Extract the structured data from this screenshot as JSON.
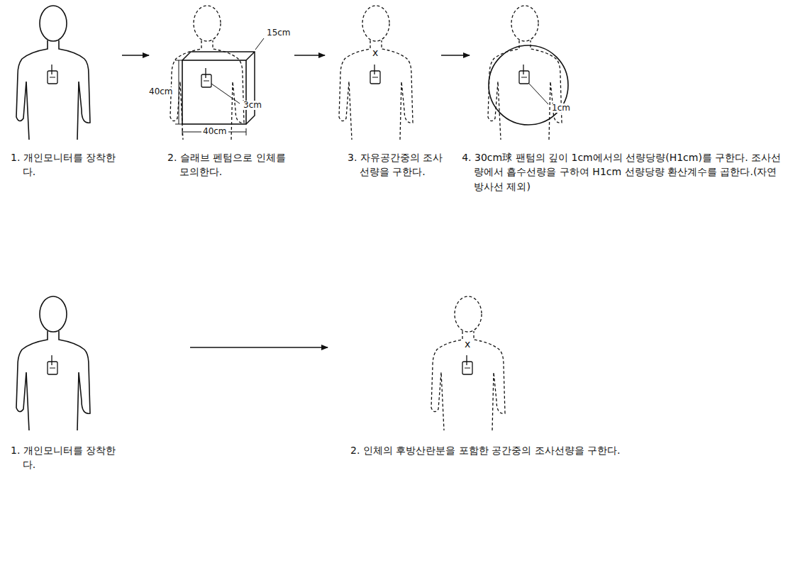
{
  "diagram": {
    "labels": [
      "15cm",
      "40cm",
      "40cm",
      "3cm",
      "x",
      "1cm",
      "1. 개인모니터를 장착한다.",
      "2. 슬래브 펜텀으로 인체를 모의한다.",
      "3. 자유공간중의 조사선량을 구한다.",
      "4. 30cm球 팬텀의 깊이 1cm에서의 선량당량(H1cm)를 구한다. 조사선량에서 흡수선량을 구하여 H1cm 선량당량 환산계수를 곱한다.(자연방사선 제외)",
      "x",
      "1. 개인모니터를 장착한다.",
      "2. 인체의 후방산란분을 포함한 공간중의 조사선량을 구한다."
    ]
  }
}
